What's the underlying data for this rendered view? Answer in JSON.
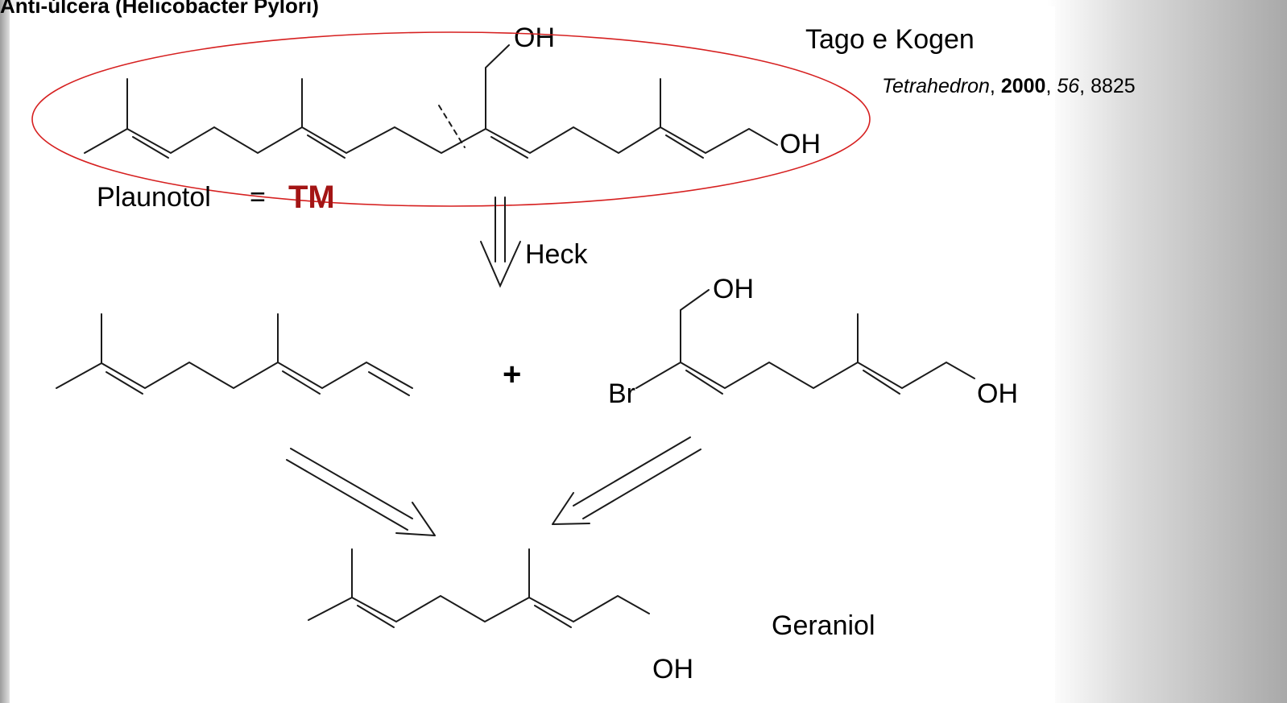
{
  "header": {
    "title": "Anti-úlcera (Helicobacter Pylori)"
  },
  "reference": {
    "authors": "Tago e Kogen",
    "journal": "Tetrahedron",
    "year": "2000",
    "volume": "56",
    "pages": "8825",
    "sep1": ",",
    "sep2": ",",
    "sep3": ","
  },
  "target": {
    "name": "Plaunotol",
    "equals": "=",
    "tm_label": "TM"
  },
  "disconnection": {
    "reaction": "Heck"
  },
  "atoms": {
    "oh_top": "OH",
    "oh_right": "OH",
    "oh_frag_top": "OH",
    "oh_frag_right": "OH",
    "br": "Br",
    "oh_geraniol": "OH"
  },
  "plus": "+",
  "geraniol": {
    "name": "Geraniol"
  },
  "colors": {
    "tm": "#a31515",
    "ellipse": "#d62020",
    "bonds": "#1a1a1a"
  }
}
